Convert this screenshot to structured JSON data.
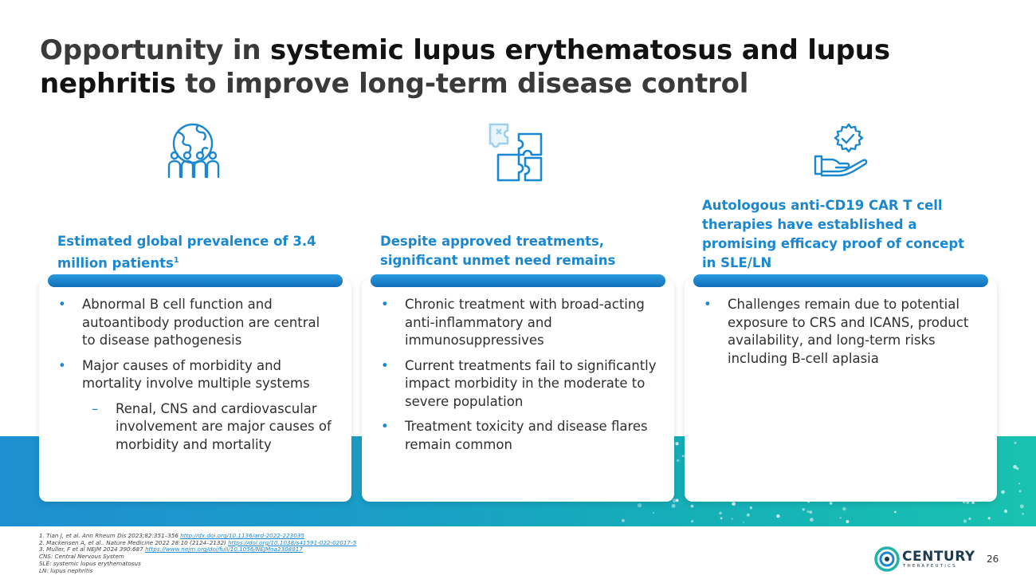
{
  "title": {
    "part1": "Opportunity in ",
    "part2": "systemic lupus erythematosus and lupus nephritis",
    "part3": " to improve long-term disease control"
  },
  "columns": [
    {
      "icon": "globe-people-icon",
      "heading": "Estimated global prevalence of 3.4 million patients",
      "heading_sup": "1",
      "bullets": [
        "Abnormal B cell function and autoantibody production are central to disease pathogenesis",
        "Major causes of morbidity and mortality involve multiple systems"
      ],
      "sub_bullets": [
        "Renal, CNS and cardiovascular involvement are major causes of morbidity and mortality"
      ]
    },
    {
      "icon": "puzzle-icon",
      "heading": "Despite approved treatments, significant unmet need remains",
      "bullets": [
        "Chronic treatment with broad-acting anti-inflammatory and immunosuppressives",
        "Current treatments fail to significantly impact morbidity in the moderate to severe population",
        "Treatment toxicity and disease flares remain common"
      ]
    },
    {
      "icon": "hand-gear-check-icon",
      "heading": "Autologous anti-CD19 CAR T cell therapies have established a promising efficacy proof of concept in SLE/LN",
      "bullets": [
        "Challenges remain due to potential exposure to CRS and ICANS, product availability, and long-term risks including B-cell aplasia"
      ]
    }
  ],
  "bullet_marker": "•",
  "sub_bullet_marker": "–",
  "footnotes": [
    {
      "text": "1.   Tian J, et al. Ann Rheum Dis 2023;82:351–356 ",
      "link": "http://dx.doi.org/10.1136/ard-2022-223035"
    },
    {
      "text": "2.   Mackensen A, et al.. Nature Medicine 2022 28:10 (2124–2132) ",
      "link": "https://doi.org/10.1038/s41591-022-02017-5"
    },
    {
      "text": "3. Muller, F et al NEJM 2024 390:687 ",
      "link": "https://www.nejm.org/doi/full/10.1056/NEJMoa2308917"
    },
    {
      "text": "CNS: Central Nervous System",
      "link": ""
    },
    {
      "text": "SLE: systemic lupus erythematosus",
      "link": ""
    },
    {
      "text": "LN: lupus nephritis",
      "link": ""
    }
  ],
  "logo": {
    "name": "CENTURY",
    "sub": "THERAPEUTICS"
  },
  "page_number": "26",
  "colors": {
    "accent": "#1b87cf",
    "title": "#121212",
    "band_start": "#1e8fd0",
    "band_end": "#19c2b0"
  }
}
